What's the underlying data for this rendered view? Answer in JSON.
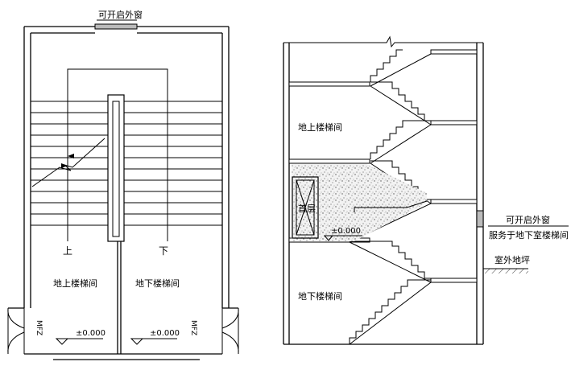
{
  "plan": {
    "window_label": "可开启外窗",
    "up_label": "上",
    "down_label": "下",
    "above_stair_label": "地上楼梯间",
    "below_stair_label": "地下楼梯间",
    "level_left": "±0.000",
    "level_right": "±0.000",
    "door_left_tag": "MFZ",
    "door_right_tag": "MFZ"
  },
  "section": {
    "above_stair_label": "地上楼梯间",
    "ground_floor_label": "首层",
    "level": "±0.000",
    "window_label": "可开启外窗",
    "window_note": "服务于地下室楼梯间",
    "outdoor_ground_label": "室外地坪",
    "below_stair_label": "地下楼梯间"
  }
}
